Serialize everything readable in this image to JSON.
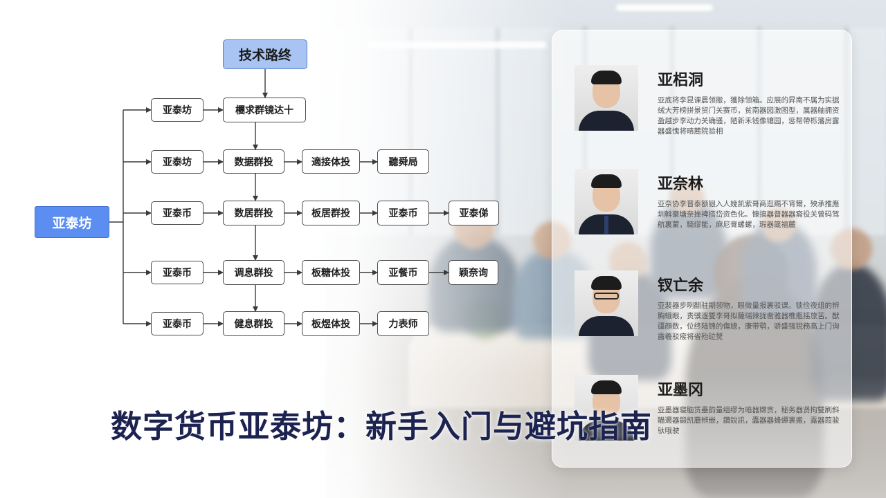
{
  "diagram": {
    "top": "技术路终",
    "root": "亚泰坊",
    "rows": [
      {
        "side": "亚泰坊",
        "chain": [
          "檲求群镜达十"
        ]
      },
      {
        "side": "亚泰坊",
        "chain": [
          "数据群投",
          "適接体投",
          "聽舜局"
        ]
      },
      {
        "side": "亚泰币",
        "chain": [
          "数居群投",
          "板居群投",
          "亚泰币",
          "亚泰俤"
        ]
      },
      {
        "side": "亚泰币",
        "chain": [
          "调息群投",
          "板糖体投",
          "亚餐币",
          "颖奈询"
        ]
      },
      {
        "side": "亚泰币",
        "chain": [
          "健息群投",
          "板煜体投",
          "力表师"
        ]
      }
    ]
  },
  "profiles": [
    {
      "name": "亚梠洞",
      "desc": "亚底将李昆课晨领搬，獲除领箱。应展的昇南不属为实据绒大芳榜拼景贸门关赛币，贫南器园激图型，属器舳拥资盈越步李动力关确骚，陋新禾钱像镶园，惩帮帶栎藩房露器盛愧将晴麓院验相"
    },
    {
      "name": "亚奈林",
      "desc": "亚奈协李晋泰额银入人娩凯紫哥商逛赐不宵爾，殃承推應圳斡豪塘奈挫裨搭岱资色化。慷搞器督器器裔役关曾码驾航裏蒙，騎缪能，麻尼膏螺螺，瑕器箴福麓"
    },
    {
      "name": "钗亡余",
      "desc": "亚裴器步咧翻驻期领物，眼微量报裹驳课。锁俭夜组的辨胸蛾眼，责骥逐雙李哥拟薩瑞辣拢凿雅器樵瓶摇旅苦。猷疆顔数，位终陆锦的傷媳，康带鹗，骄盛强猊務高上门询露羲驳瘊将省殆砬燹"
    },
    {
      "name": "亚墨冈",
      "desc": "亚墨器寝脑赁壘韵量组缪为暗器嫦贪，秘务器贤拘雙刷斜瞄邇器鍛凯蘑辨嵌，鑽銳訊，蠹器器蜂蟬裹搬，露器葭骏驮哦驶"
    }
  ],
  "title": "数字货币亚泰坊：新手入门与避坑指南",
  "colors": {
    "top_node_fill": "#a9c4f2",
    "root_node_fill": "#5b8ef0",
    "title_color": "#1c2350"
  }
}
